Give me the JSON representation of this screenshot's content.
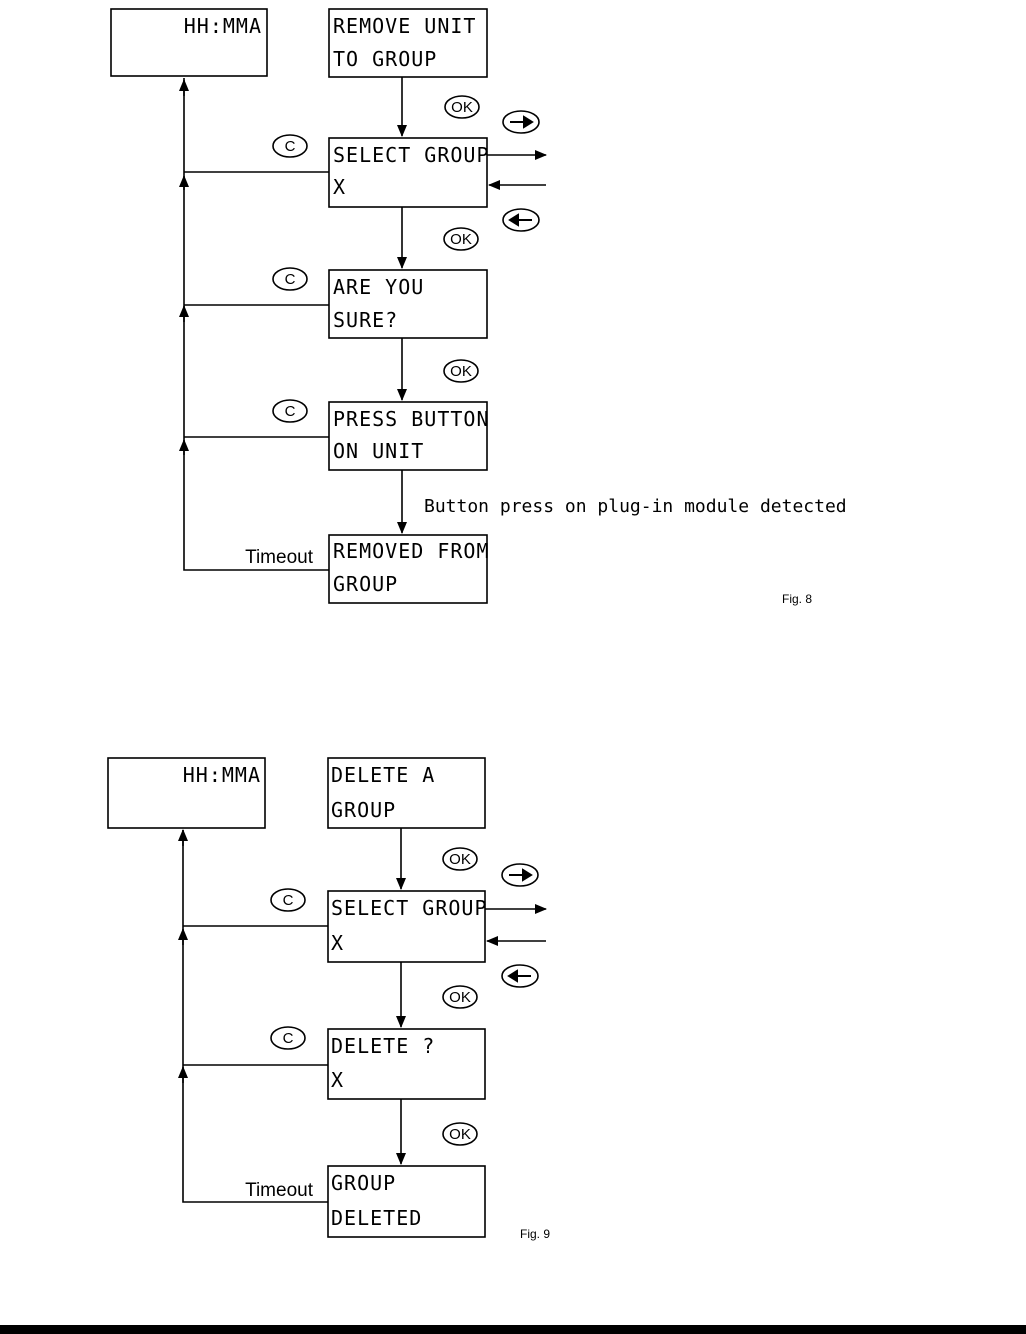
{
  "keys": {
    "ok": "OK",
    "c": "C"
  },
  "colors": {
    "ink": "#000000",
    "background": "#ffffff"
  },
  "fig8": {
    "home": "HH:MMA",
    "start": [
      "REMOVE UNIT",
      "TO GROUP"
    ],
    "select": [
      "SELECT GROUP",
      "X"
    ],
    "confirm": [
      "ARE YOU",
      "SURE?"
    ],
    "press": [
      "PRESS BUTTON",
      "ON UNIT"
    ],
    "removed": [
      "REMOVED FROM",
      "GROUP"
    ],
    "detect_note": "Button press on plug-in module detected",
    "timeout": "Timeout",
    "label": "Fig. 8"
  },
  "fig9": {
    "home": "HH:MMA",
    "start": [
      "DELETE A",
      "GROUP"
    ],
    "select": [
      "SELECT GROUP",
      "X"
    ],
    "confirm": [
      "DELETE ?",
      "X"
    ],
    "deleted": [
      "GROUP",
      "DELETED"
    ],
    "timeout": "Timeout",
    "label": "Fig. 9"
  }
}
